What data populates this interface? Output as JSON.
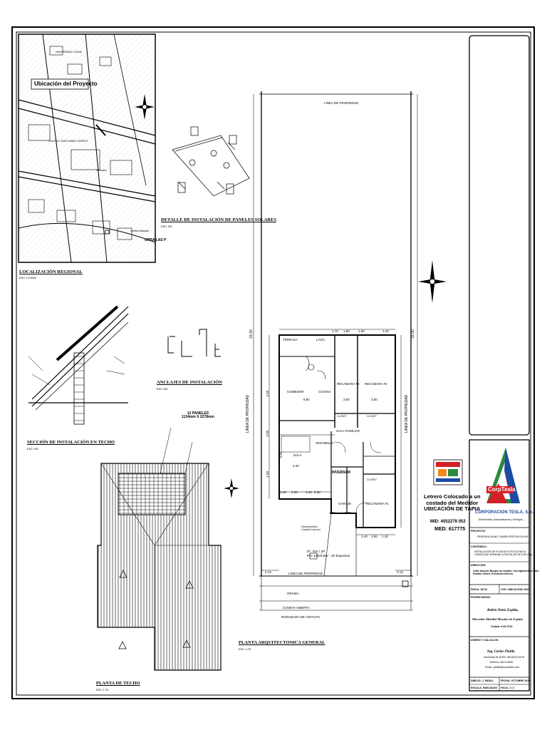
{
  "sheet": {
    "location_map": {
      "inset_title": "Ubicación del Proyecto",
      "streets": [
        "UNIVERSIDAD LATINA",
        "COLEGIO JOSE DANIEL CRESPO",
        "Gimnasio",
        "Lerdido Alvarado",
        "URBA LAS P"
      ],
      "title": "LOCALIZACIÓN REGIONAL",
      "scale": "ESC 1:10000"
    },
    "solar_detail": {
      "title": "DETALLE DE INSTALACIÓN DE PANELES SOLARES",
      "scale": "ESC S/E"
    },
    "roof_section": {
      "title": "SECCIÓN DE INSTALACIÓN EN TECHO",
      "scale": "ESC S/E"
    },
    "anchors": {
      "title": "ANCLAJES DE INSTALACIÓN",
      "scale": "ESC S/E"
    },
    "roof_plan": {
      "panels_label": "12 PANELES\n1134mm X 2278mm",
      "title": "PLANTA DE TECHO",
      "scale": "ESC 1:75"
    },
    "floor_plan": {
      "title": "PLANTA ARQUITECTONICA GENERAL",
      "scale": "ESC 1:75",
      "property_line_top": "LINEA DE PROPIEDAD",
      "property_line_bottom": "LINEA DE PROPIEDAD",
      "property_line_left": "LINEA DE PROPIEDAD",
      "property_line_right": "LINEA DE PROPIEDAD",
      "length_dim": "31.00",
      "rooms": {
        "terraza": "TERRAZA",
        "lavo": "LAVO.",
        "recamara3": "RECÁMARA #3",
        "recamara2": "RECÁMARA #2",
        "recamara1": "RECÁMARA #1",
        "comedor": "COMEDOR",
        "cocina": "COCINA",
        "sala_familiar": "SALA FAMILIAR",
        "vestibulo": "VESTIBULO",
        "sala": "SALA",
        "inversor": "INVERSOR",
        "garaje": "GARAJE",
        "closet1": "CLOSET",
        "closet2": "CLOSET",
        "closet3": "CLOSET"
      },
      "dims": {
        "d1": "1.70",
        "d2": "1.60",
        "d3": "1.60",
        "d4": "1.20",
        "d5": "6.80",
        "d6": "3.00",
        "d7": "3.80",
        "d8": "4.20",
        "d9": "2.20",
        "d10": "2.00",
        "d11": "1.10",
        "d12": "1.10",
        "d13": "1.20",
        "d14": "2.80",
        "d15": "1.40",
        "d16": "1.50",
        "d17": "1.10",
        "d18": "2.13",
        "d19": "2.13",
        "d20": "2.40",
        "d21": "3.00",
        "d22": "3.20",
        "d23": "1.60"
      },
      "inverter_notes": "Desconectivo\nControl Inversor",
      "breaker_notes": "IP: 70A / 2P\nPD: 120/240V - 20 Espacios",
      "grama": "GRAMA",
      "cuneta": "CUNETA ABIERTA",
      "rodadura": "RODADURA DE ASFALTO"
    },
    "sign_note": {
      "text": "Letrero Colocado a un\ncostado del Medidor\nUBICACIÓN DE TAPIA",
      "med_partial": "MID: 4052278 052",
      "med": "MED: 617775"
    },
    "title_block": {
      "company": "CORPORACION TESLA, S.A.",
      "tagline": "Electricidad, Automatización y Energía......",
      "logo_text": "CorpTesla",
      "proyecto_label": "PROYECTO:",
      "proyecto_value": "RESIDENCIA ING. RUBÉN ESPITIA SOLAR",
      "contenido_label": "CONTENIDO:",
      "contenido_value": "INSTALACIÓN DE PLANTA FOTOVOLTAICA\nCAPACIDAD NOMINAL A INSTALAR DE 6.60 kWp",
      "direccion_label": "DIRECCIÓN:",
      "direccion_value": "Calle Aniceto Burgos de Amado, Corregimiento Chitré,\nDistrito Chitré, Provincia Herrera",
      "finca_label": "FINCA: 18716",
      "cod_label": "COD. UBICACIÓN: 6001",
      "propietarios_label": "PROPIETARIOS:",
      "owner1": "Rubén Darío Espitia,",
      "owner2": "Mercedes Maribel Morales de Espitia",
      "cedula": "Cédula: 6-60-2710",
      "diseno_label": "DISEÑO Y CÁLCULOS:",
      "engineer": "Ing. Carlos Pinilla",
      "eng_line1": "Idoneidad de ATEN: 9M-62O2-0078",
      "eng_line2": "Teléfono: 6673-9838",
      "eng_line3": "Email: cpinilla@corptesla.com",
      "dibujo_label": "DIBUJO: J. PADILL",
      "fecha_label": "FECHA: OCTUBRE 2023",
      "escala_label": "ESCALA: INDICADAS",
      "hoja_label": "HOJA: 1 / 2"
    },
    "colors": {
      "line": "#000000",
      "accent_red": "#d41f26",
      "accent_blue": "#1d4aa3",
      "accent_green": "#2b8a3e",
      "accent_orange": "#f08a1c"
    }
  }
}
